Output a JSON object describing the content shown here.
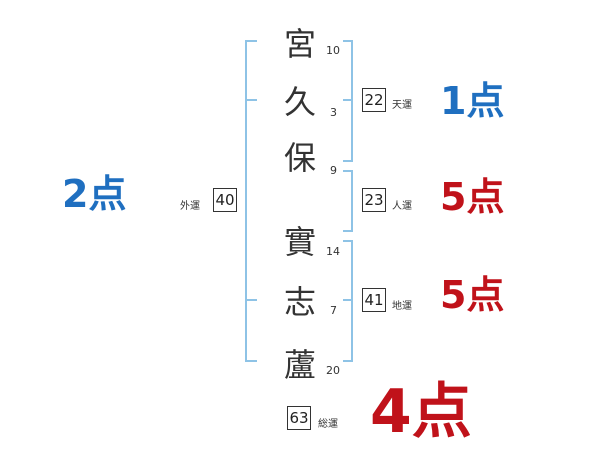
{
  "name_chars": [
    {
      "char": "宮",
      "strokes": "10"
    },
    {
      "char": "久",
      "strokes": "3"
    },
    {
      "char": "保",
      "strokes": "9"
    },
    {
      "char": "實",
      "strokes": "14"
    },
    {
      "char": "志",
      "strokes": "7"
    },
    {
      "char": "蘆",
      "strokes": "20"
    }
  ],
  "tenkaku": {
    "value": "22",
    "label": "天運",
    "score": "1点"
  },
  "jinkaku": {
    "value": "23",
    "label": "人運",
    "score": "5点"
  },
  "chikaku": {
    "value": "41",
    "label": "地運",
    "score": "5点"
  },
  "gaikaku": {
    "value": "40",
    "label": "外運",
    "score": "2点"
  },
  "soukaku": {
    "value": "63",
    "label": "総運",
    "score": "4点"
  },
  "colors": {
    "blue": "#1f6fc0",
    "red": "#c0121a",
    "bracket": "#8ec3e6"
  }
}
